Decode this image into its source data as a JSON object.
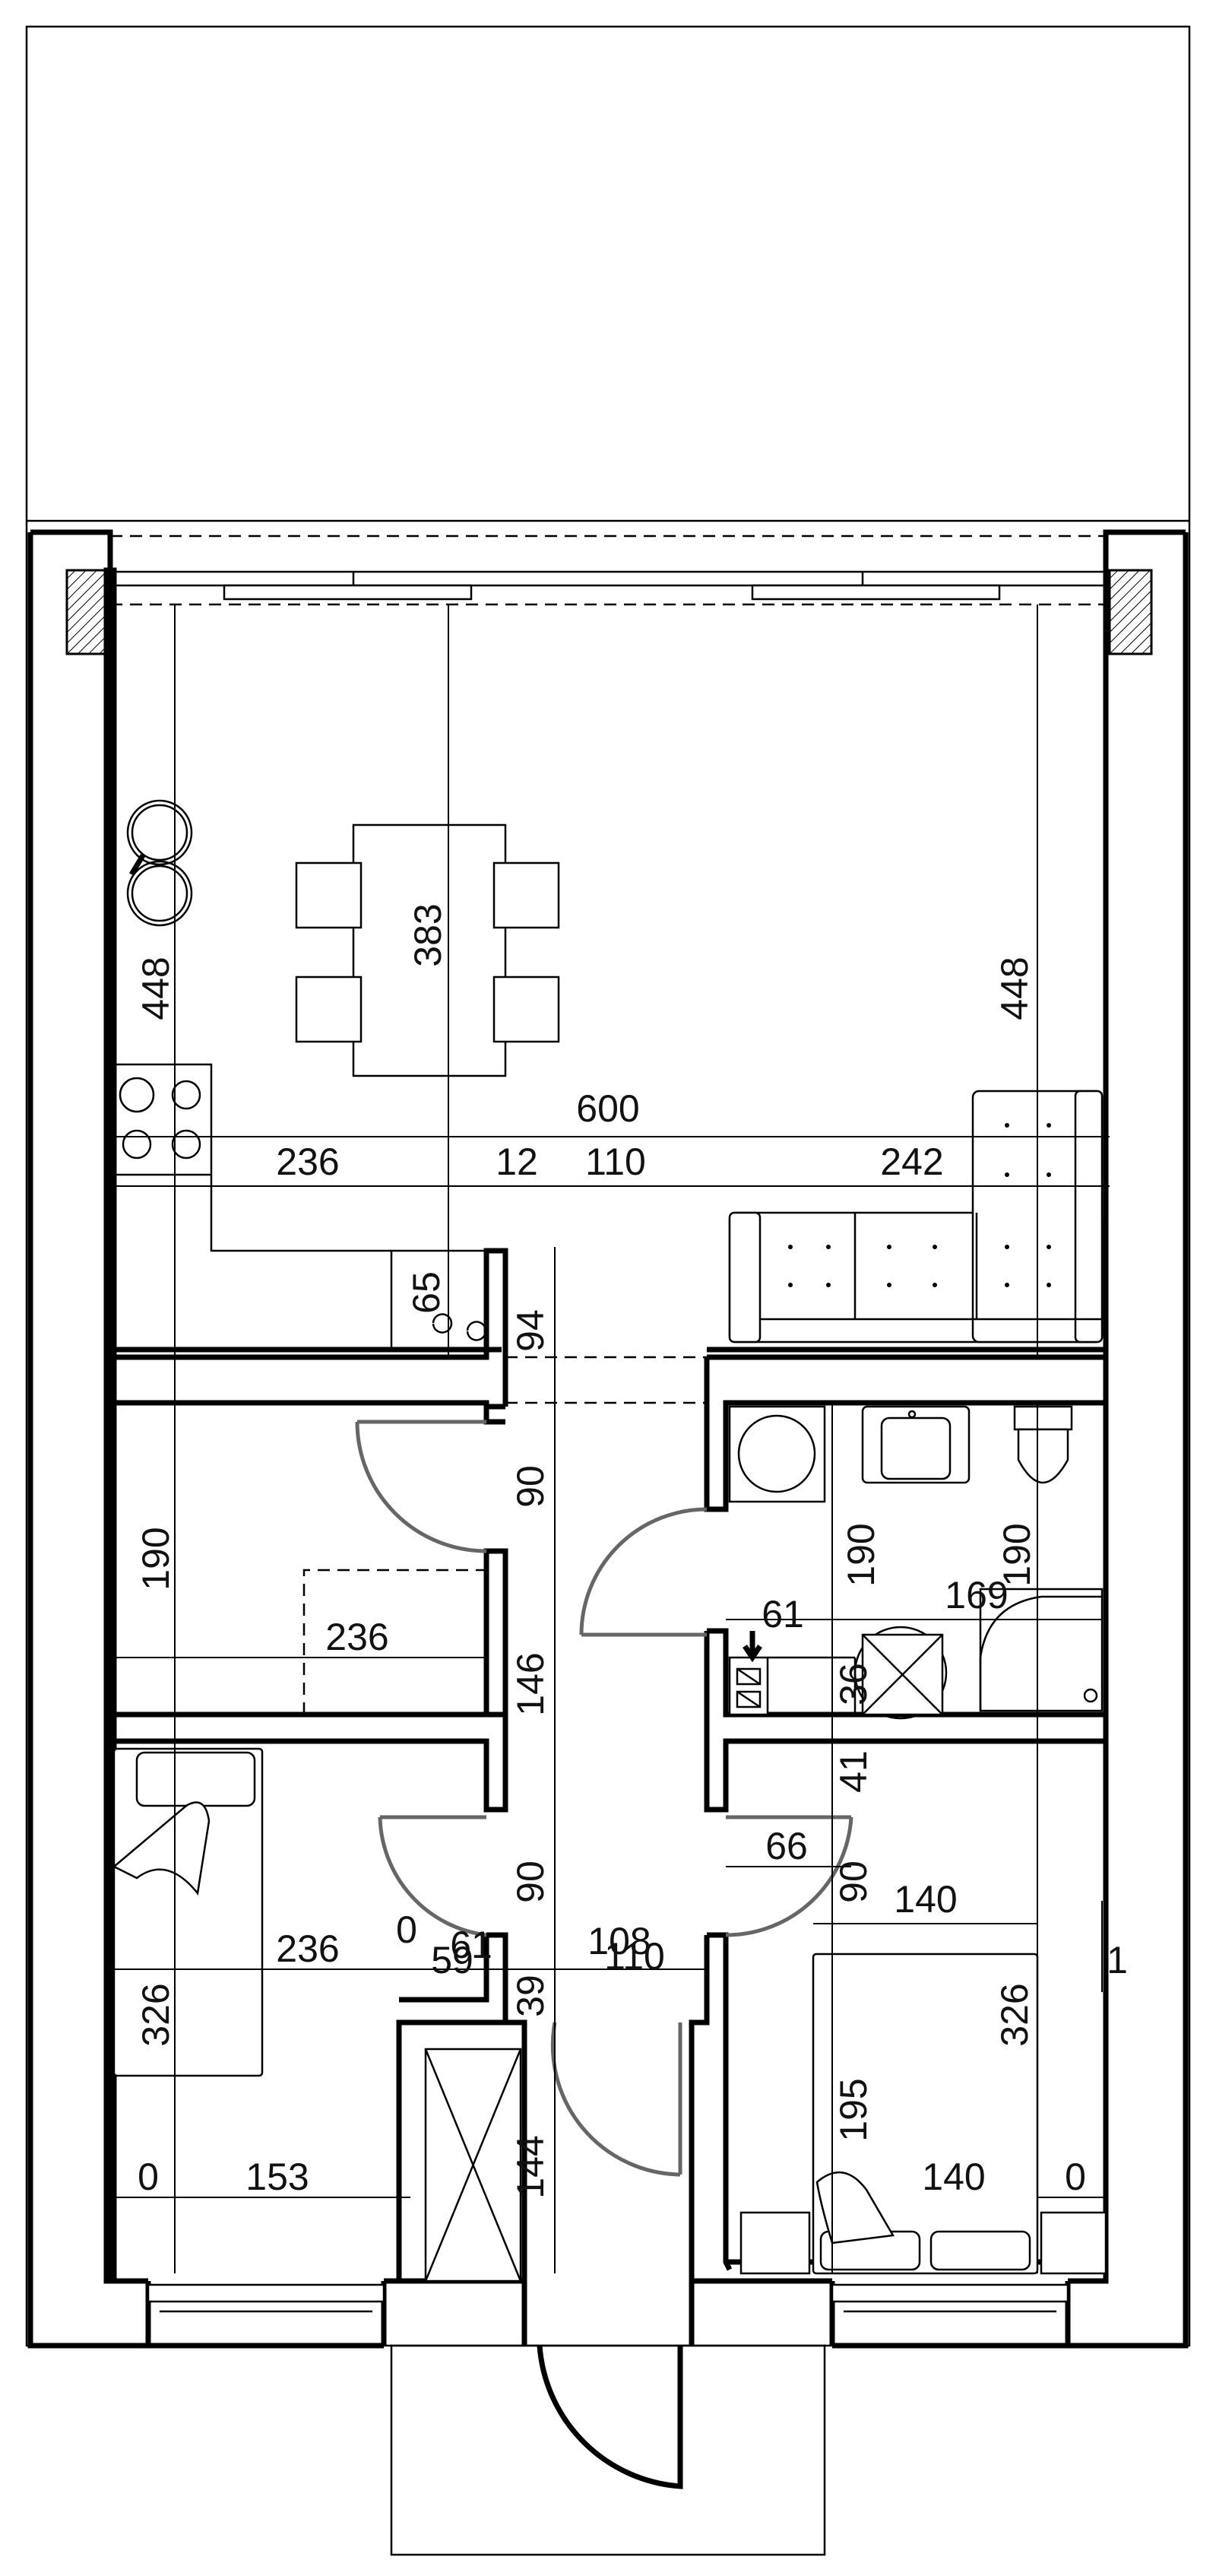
{
  "labels": {
    "kitchen_depth": "448",
    "table_length": "383",
    "living_depth": "448",
    "overall_width": "600",
    "kitchen_width": "236",
    "corridor_offset": "12",
    "corridor_width_top": "110",
    "living_width": "242",
    "kitchen_return": "65",
    "hall_step": "94",
    "door_upper_left": "90",
    "room_upper_depth": "190",
    "room_upper_width": "236",
    "upper_partition": "146",
    "bath_depth_a": "190",
    "bath_depth_b": "190",
    "bath_cabinet": "61",
    "shower_width": "169",
    "bath_small": "36",
    "bath_gap": "41",
    "hall_door": "66",
    "door_lower_left": "90",
    "door_lower_right": "90",
    "bedroom_right_width": "140",
    "bedroom_left_width": "236",
    "zero_a": "0",
    "corr_a": "61",
    "corr_b": "59",
    "corr_c": "108",
    "corridor_width_bottom": "110",
    "corr_d": "39",
    "bedroom_left_depth": "326",
    "bedroom_right_depth": "326",
    "bed_length": "195",
    "wardrobe_depth": "144",
    "zero_b": "0",
    "closet_width": "153",
    "bed_width": "140",
    "zero_c": "0",
    "one": "1"
  }
}
